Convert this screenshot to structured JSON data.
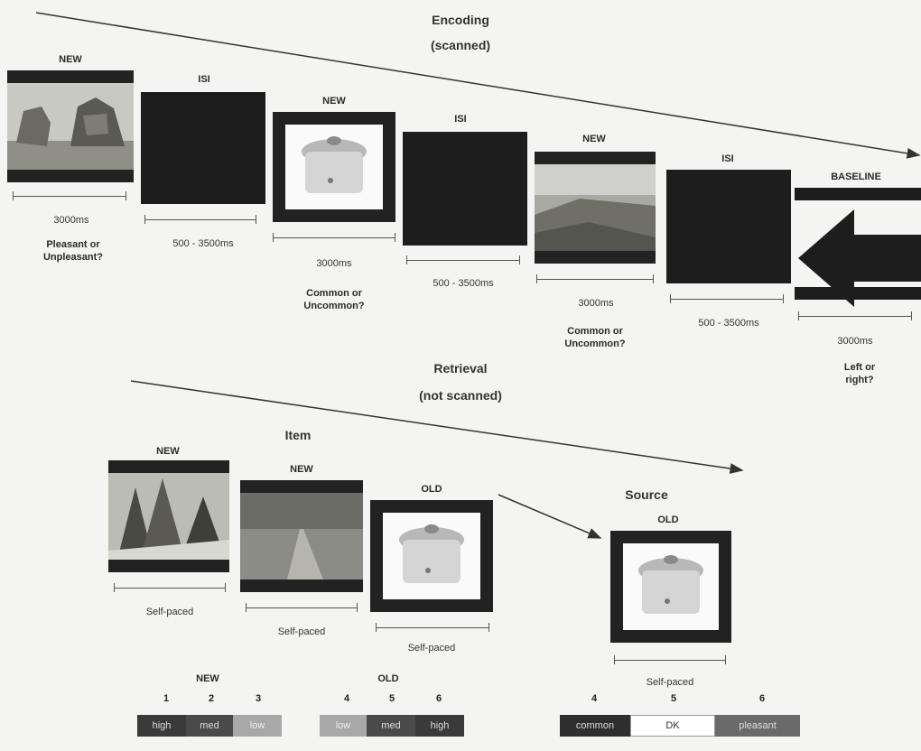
{
  "encoding": {
    "title": "Encoding",
    "subtitle": "(scanned)",
    "trials": [
      {
        "label": "NEW",
        "duration": "3000ms",
        "question": "Pleasant or Unpleasant?"
      },
      {
        "label": "ISI",
        "duration": "500 - 3500ms"
      },
      {
        "label": "NEW",
        "duration": "3000ms",
        "question": "Common or Uncommon?"
      },
      {
        "label": "ISI",
        "duration": "500 - 3500ms"
      },
      {
        "label": "NEW",
        "duration": "3000ms",
        "question": "Common or Uncommon?"
      },
      {
        "label": "ISI",
        "duration": "500 - 3500ms"
      },
      {
        "label": "BASELINE",
        "duration": "3000ms",
        "question": "Left or right?"
      }
    ]
  },
  "retrieval": {
    "title": "Retrieval",
    "subtitle": "(not scanned)",
    "item_title": "Item",
    "source_title": "Source",
    "trials": [
      {
        "label": "NEW",
        "duration": "Self-paced"
      },
      {
        "label": "NEW",
        "duration": "Self-paced"
      },
      {
        "label": "OLD",
        "duration": "Self-paced"
      },
      {
        "label": "OLD",
        "duration": "Self-paced"
      }
    ]
  },
  "item_scale": {
    "new_label": "NEW",
    "old_label": "OLD",
    "new": [
      {
        "num": "1",
        "text": "high",
        "color": "#3a3a3a"
      },
      {
        "num": "2",
        "text": "med",
        "color": "#4a4a4a"
      },
      {
        "num": "3",
        "text": "low",
        "color": "#a8a8a8"
      }
    ],
    "old": [
      {
        "num": "4",
        "text": "low",
        "color": "#a8a8a8"
      },
      {
        "num": "5",
        "text": "med",
        "color": "#4a4a4a"
      },
      {
        "num": "6",
        "text": "high",
        "color": "#3a3a3a"
      }
    ]
  },
  "source_scale": [
    {
      "num": "4",
      "text": "common",
      "color": "#2e2e2e"
    },
    {
      "num": "5",
      "text": "DK",
      "color": "#ffffff"
    },
    {
      "num": "6",
      "text": "pleasant",
      "color": "#6a6a6a"
    }
  ]
}
